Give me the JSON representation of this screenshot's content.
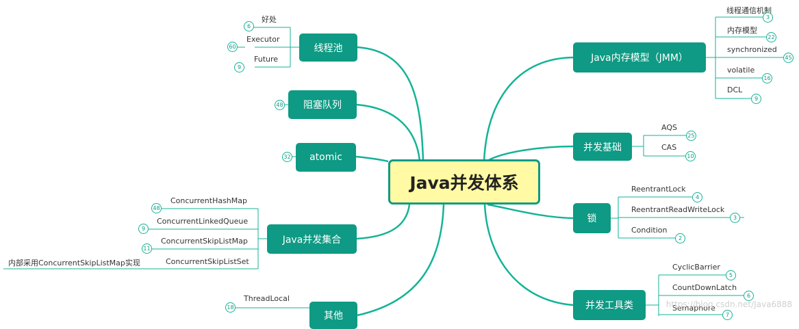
{
  "center": "Java并发体系",
  "left": [
    {
      "key": "pool",
      "label": "线程池",
      "children": [
        {
          "label": "好处",
          "badge": "6"
        },
        {
          "label": "Executor",
          "badge": "60"
        },
        {
          "label": "Future",
          "badge": "9"
        }
      ]
    },
    {
      "key": "queue",
      "label": "阻塞队列",
      "badge": "48"
    },
    {
      "key": "atomic",
      "label": "atomic",
      "badge": "32"
    },
    {
      "key": "coll",
      "label": "Java并发集合",
      "children": [
        {
          "label": "ConcurrentHashMap",
          "badge": "48"
        },
        {
          "label": "ConcurrentLinkedQueue",
          "badge": "9"
        },
        {
          "label": "ConcurrentSkipListMap",
          "badge": "11"
        },
        {
          "label": "ConcurrentSkipListSet"
        }
      ],
      "note": "内部采用ConcurrentSkipListMap实现"
    },
    {
      "key": "other",
      "label": "其他",
      "children": [
        {
          "label": "ThreadLocal",
          "badge": "18"
        }
      ]
    }
  ],
  "right": [
    {
      "key": "jmm",
      "label": "Java内存模型（JMM）",
      "children": [
        {
          "label": "线程通信机制",
          "badge": "3"
        },
        {
          "label": "内存模型",
          "badge": "22"
        },
        {
          "label": "synchronized",
          "badge": "45"
        },
        {
          "label": "volatile",
          "badge": "16"
        },
        {
          "label": "DCL",
          "badge": "9"
        }
      ]
    },
    {
      "key": "basic",
      "label": "并发基础",
      "children": [
        {
          "label": "AQS",
          "badge": "25"
        },
        {
          "label": "CAS",
          "badge": "10"
        }
      ]
    },
    {
      "key": "lock",
      "label": "锁",
      "children": [
        {
          "label": "ReentrantLock",
          "badge": "4"
        },
        {
          "label": "ReentrantReadWriteLock",
          "badge": "3"
        },
        {
          "label": "Condition",
          "badge": "2"
        }
      ]
    },
    {
      "key": "tools",
      "label": "并发工具类",
      "children": [
        {
          "label": "CyclicBarrier",
          "badge": "5"
        },
        {
          "label": "CountDownLatch",
          "badge": "6"
        },
        {
          "label": "Semaphore",
          "badge": "7"
        }
      ]
    }
  ],
  "watermark": "https://blog.csdn.net/Java6888",
  "colors": {
    "node": "#0e9a84",
    "line": "#12b396",
    "center_fill": "#fffaa3"
  }
}
